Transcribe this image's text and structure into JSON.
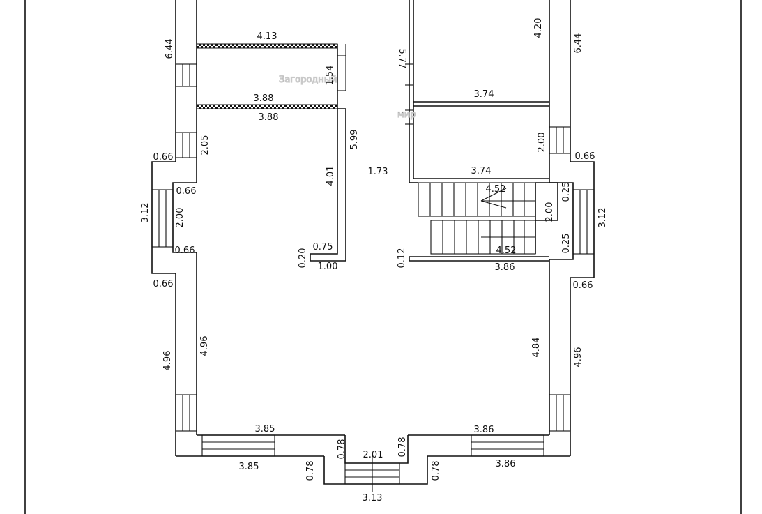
{
  "watermark": {
    "line1": "Загородный",
    "line2": "мир"
  },
  "dimensions": {
    "top_left_vertical": "6.44",
    "top_right_vertical": "6.44",
    "corridor_top": "4.13",
    "corridor_mid": "3.88",
    "corridor_bottom": "3.88",
    "corridor_height": "1.54",
    "closet_partition": "5.99",
    "room_right_upper_height": "4.20",
    "room_right_upper_width": "3.74",
    "room_right_upper_side": "5.77",
    "room_right_lower_height": "2.00",
    "room_right_lower_width": "3.74",
    "left_wall_segment": "2.05",
    "left_step_top": "0.66",
    "left_inner_step_top": "0.66",
    "left_bay_height": "3.12",
    "left_window_height": "2.00",
    "left_inner_step_bottom": "0.66",
    "left_step_bottom": "0.66",
    "partition_height": "4.01",
    "partition_stub_depth": "0.20",
    "partition_stub_width": "0.75",
    "partition_bottom": "1.00",
    "center_gap": "1.73",
    "stair_top": "4.52",
    "stair_landing": "2.00",
    "stair_bottom": "4.52",
    "stair_step_top": "0.25",
    "stair_step_bottom": "0.25",
    "right_bay_height": "3.12",
    "right_step_top": "0.66",
    "right_step_bottom": "0.66",
    "stair_wall_stub": "0.12",
    "hall_top_right": "3.86",
    "hall_left_inner": "4.96",
    "hall_left_outer": "4.96",
    "hall_right_inner": "4.84",
    "hall_right_outer": "4.96",
    "bottom_left_inner": "3.85",
    "bottom_left_outer": "3.85",
    "bottom_right_inner": "3.86",
    "bottom_right_outer": "3.86",
    "porch_left_inner": "0.78",
    "porch_left_outer": "0.78",
    "porch_right_inner": "0.78",
    "porch_right_outer": "0.78",
    "porch_door": "2.01",
    "porch_width": "3.13"
  }
}
